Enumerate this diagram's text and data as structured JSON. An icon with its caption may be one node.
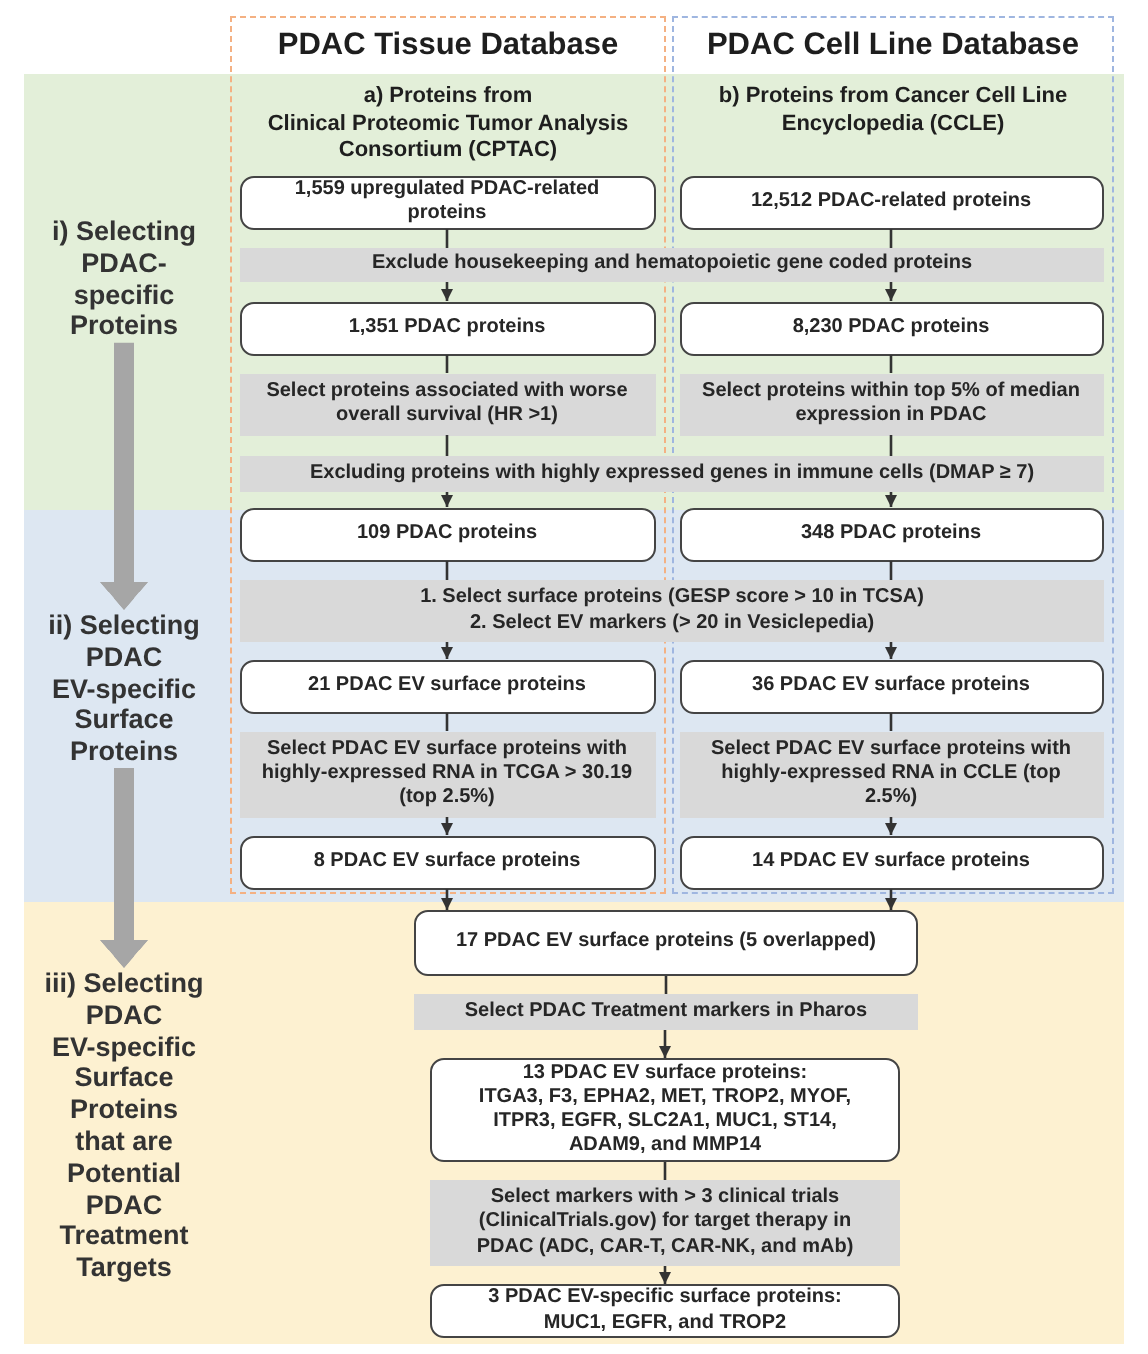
{
  "diagram": {
    "nodes": [
      {
        "text": [
          "PDAC Tissue Database",
          "a) Proteins from Clinical Proteomic Tumor Analysis Consortium (CPTAC)"
        ]
      },
      {
        "text": [
          "PDAC Cell Line Database",
          "b) Proteins from Cancer Cell Line Encyclopedia (CCLE)"
        ]
      },
      {
        "text": [
          "i) Selecting PDAC-specific Proteins"
        ]
      },
      {
        "text": [
          "1,559 upregulated PDAC-related proteins"
        ],
        "in": 0
      },
      {
        "text": [
          "12,512 PDAC-related proteins"
        ],
        "in": 1
      },
      {
        "text": [
          "Exclude housekeeping and hematopoietic gene coded proteins"
        ]
      },
      {
        "text": [
          "1,351 PDAC proteins"
        ],
        "in": 0
      },
      {
        "text": [
          "8,230 PDAC proteins"
        ],
        "in": 1
      },
      {
        "text": [
          "Select proteins associated with worse overall survival (HR >1)"
        ],
        "in": 0
      },
      {
        "text": [
          "Select proteins within top 5% of median expression in PDAC"
        ],
        "in": 1
      },
      {
        "text": [
          "Excluding proteins with highly expressed genes in immune cells (DMAP ≥ 7)"
        ]
      },
      {
        "text": [
          "ii) Selecting PDAC EV-specific Surface Proteins"
        ]
      },
      {
        "text": [
          "109 PDAC proteins"
        ],
        "in": 0
      },
      {
        "text": [
          "348 PDAC proteins"
        ],
        "in": 1
      },
      {
        "text": [
          "1. Select surface proteins (GESP score > 10 in TCSA)",
          "2. Select EV markers (> 20 in Vesiclepedia)"
        ]
      },
      {
        "text": [
          "21 PDAC EV surface proteins"
        ],
        "in": 0
      },
      {
        "text": [
          "36 PDAC EV surface proteins"
        ],
        "in": 1
      },
      {
        "text": [
          "Select PDAC EV surface proteins with highly-expressed RNA in TCGA > 30.19 (top 2.5%)"
        ],
        "in": 0
      },
      {
        "text": [
          "Select PDAC EV surface proteins with highly-expressed RNA in CCLE (top 2.5%)"
        ],
        "in": 1
      },
      {
        "text": [
          "8 PDAC EV surface proteins"
        ],
        "in": 0
      },
      {
        "text": [
          "14 PDAC EV surface proteins"
        ],
        "in": 1
      },
      {
        "text": [
          "iii) Selecting PDAC EV-specific Surface Proteins that are Potential PDAC Treatment Targets"
        ]
      },
      {
        "text": [
          "17 PDAC EV surface proteins (5 overlapped)"
        ]
      },
      {
        "text": [
          "Select PDAC Treatment markers in Pharos"
        ]
      },
      {
        "text": [
          "13 PDAC EV surface proteins: ITGA3, F3, EPHA2, MET, TROP2, MYOF, ITPR3, EGFR, SLC2A1, MUC1, ST14, ADAM9, and MMP14"
        ]
      },
      {
        "text": [
          "Select markers with > 3 clinical trials (ClinicalTrials.gov) for target therapy in PDAC (ADC, CAR-T, CAR-NK, and mAb)"
        ]
      },
      {
        "text": [
          "3 PDAC EV-specific surface proteins: MUC1, EGFR, and TROP2"
        ]
      }
    ],
    "edges": [
      {
        "from": 3,
        "to": 5,
        "arrow": "none"
      },
      {
        "from": 4,
        "to": 5,
        "arrow": "none"
      },
      {
        "from": 5,
        "to": 6,
        "arrow": "to"
      },
      {
        "from": 5,
        "to": 7,
        "arrow": "to"
      },
      {
        "from": 6,
        "to": 8,
        "arrow": "none"
      },
      {
        "from": 7,
        "to": 9,
        "arrow": "none"
      },
      {
        "from": 8,
        "to": 10,
        "arrow": "none"
      },
      {
        "from": 9,
        "to": 10,
        "arrow": "none"
      },
      {
        "from": 10,
        "to": 12,
        "arrow": "to"
      },
      {
        "from": 10,
        "to": 13,
        "arrow": "to"
      },
      {
        "from": 12,
        "to": 14,
        "arrow": "none"
      },
      {
        "from": 13,
        "to": 14,
        "arrow": "none"
      },
      {
        "from": 14,
        "to": 15,
        "arrow": "to"
      },
      {
        "from": 14,
        "to": 16,
        "arrow": "to"
      },
      {
        "from": 15,
        "to": 17,
        "arrow": "none"
      },
      {
        "from": 16,
        "to": 18,
        "arrow": "none"
      },
      {
        "from": 17,
        "to": 19,
        "arrow": "to"
      },
      {
        "from": 18,
        "to": 20,
        "arrow": "to"
      },
      {
        "from": 19,
        "to": 22,
        "arrow": "to"
      },
      {
        "from": 20,
        "to": 22,
        "arrow": "to"
      },
      {
        "from": 22,
        "to": 23,
        "arrow": "none"
      },
      {
        "from": 23,
        "to": 24,
        "arrow": "to"
      },
      {
        "from": 24,
        "to": 25,
        "arrow": "none"
      },
      {
        "from": 25,
        "to": 26,
        "arrow": "to"
      },
      {
        "from": 2,
        "to": 11,
        "arrow": "to",
        "style": "thick",
        "color": "#a6a6a6"
      },
      {
        "from": 11,
        "to": 21,
        "arrow": "to",
        "style": "thick",
        "color": "#a6a6a6"
      }
    ]
  }
}
